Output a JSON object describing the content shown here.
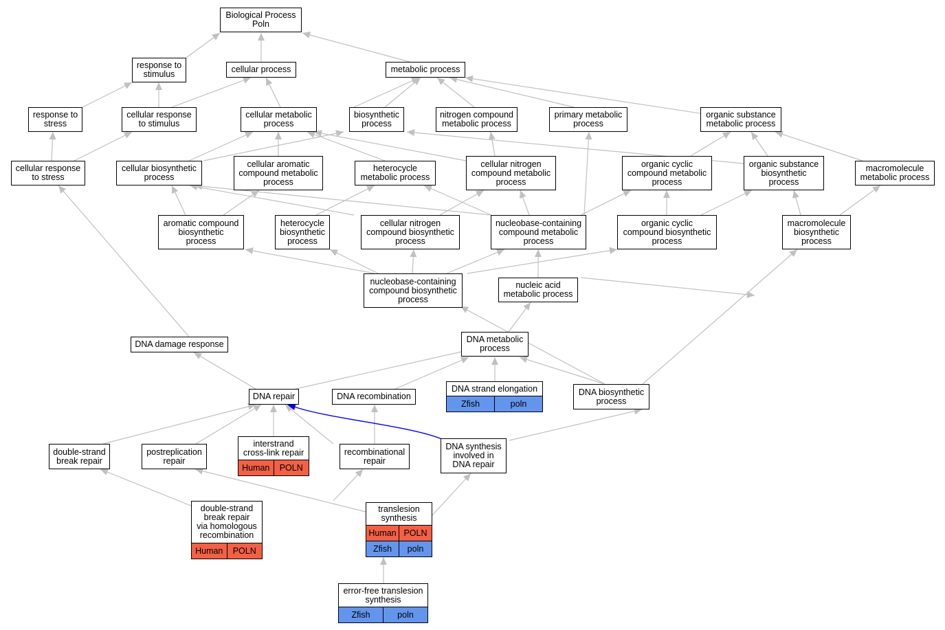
{
  "colors": {
    "edge": "#c0c0c0",
    "highlight_edge": "#0000ff",
    "human": "#f26045",
    "zfish": "#6495ed"
  },
  "nodes": {
    "bp": "Biological Process\nPoln",
    "response_stimulus": "response to\nstimulus",
    "cellular_process": "cellular process",
    "metabolic_process": "metabolic process",
    "response_stress": "response to\nstress",
    "cell_resp_stimulus": "cellular response\nto stimulus",
    "cell_metabolic": "cellular metabolic\nprocess",
    "biosynthetic": "biosynthetic\nprocess",
    "nitrogen_metabolic": "nitrogen compound\nmetabolic process",
    "primary_metabolic": "primary metabolic\nprocess",
    "org_subst_metabolic": "organic substance\nmetabolic process",
    "cell_resp_stress": "cellular response\nto stress",
    "cell_biosynthetic": "cellular biosynthetic\nprocess",
    "cell_aromatic_metab": "cellular aromatic\ncompound metabolic\nprocess",
    "heterocycle_metab": "heterocycle\nmetabolic process",
    "cell_nitrogen_metab": "cellular nitrogen\ncompound metabolic\nprocess",
    "org_cyclic_metab": "organic cyclic\ncompound metabolic\nprocess",
    "org_subst_biosyn": "organic substance\nbiosynthetic\nprocess",
    "macromol_metab": "macromolecule\nmetabolic process",
    "aromatic_biosyn": "aromatic compound\nbiosynthetic\nprocess",
    "heterocycle_biosyn": "heterocycle\nbiosynthetic\nprocess",
    "cell_nitrogen_biosyn": "cellular nitrogen\ncompound biosynthetic\nprocess",
    "nucleobase_metab": "nucleobase-containing\ncompound metabolic\nprocess",
    "org_cyclic_biosyn": "organic cyclic\ncompound biosynthetic\nprocess",
    "macromol_biosyn": "macromolecule\nbiosynthetic\nprocess",
    "nucleobase_biosyn": "nucleobase-containing\ncompound biosynthetic\nprocess",
    "nucleic_acid_metab": "nucleic acid\nmetabolic process",
    "dna_damage": "DNA damage response",
    "dna_metabolic": "DNA metabolic\nprocess",
    "dna_repair": "DNA repair",
    "dna_recombination": "DNA recombination",
    "dna_strand_elong": "DNA strand elongation",
    "dna_biosynthetic": "DNA biosynthetic\nprocess",
    "ds_break_repair": "double-strand\nbreak repair",
    "postreplication": "postreplication\nrepair",
    "interstrand": "interstrand\ncross-link repair",
    "recombinational": "recombinational\nrepair",
    "dna_synthesis_repair": "DNA synthesis\ninvolved in\nDNA repair",
    "ds_break_hr": "double-strand\nbreak repair\nvia homologous\nrecombination",
    "translesion": "translesion\nsynthesis",
    "error_free": "error-free translesion\nsynthesis"
  },
  "tags": {
    "human_species": "Human",
    "human_gene": "POLN",
    "zfish_species": "Zfish",
    "zfish_gene": "poln"
  }
}
